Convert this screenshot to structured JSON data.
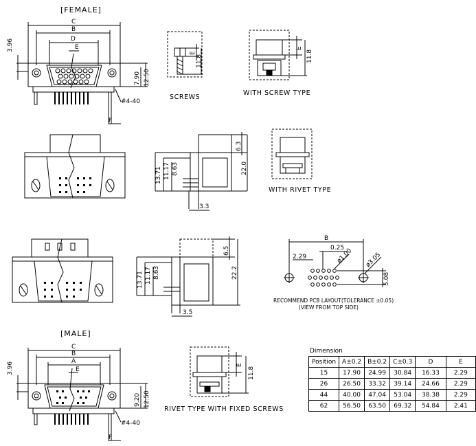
{
  "female": {
    "title": "[FEMALE]",
    "dim_C": "C",
    "dim_B": "B",
    "dim_D": "D",
    "dim_E": "E",
    "dim_396": "3.96",
    "dim_790": "7.90",
    "dim_1250": "12.50",
    "hole": "#4-40",
    "dim_F": "F"
  },
  "screws": {
    "caption": "SCREWS",
    "dim_E": "E",
    "dim_118": "11.8"
  },
  "screw_type": {
    "caption": "WITH SCREW TYPE",
    "dim_E": "E",
    "dim_118": "11.8"
  },
  "side1": {
    "d1371": "13.71",
    "d1117": "11.17",
    "d863": "8.63",
    "d63": "6.3",
    "d220": "22.0",
    "d33": "3.3"
  },
  "rivet_type": {
    "caption": "WITH RIVET TYPE"
  },
  "side2": {
    "d1371": "13.71",
    "d1117": "11.17",
    "d863": "8.63",
    "d65": "6.5",
    "d222": "22.2",
    "d35": "3.5"
  },
  "pcb": {
    "dim_B": "B",
    "d025": "0.25",
    "d229": "2.29",
    "d100": "ø1.00",
    "d305": "ø3.05",
    "d508": "5.08",
    "caption1": "RECOMMEND PCB LAYOUT(TOLERANCE ±0.05)",
    "caption2": "(VIEW FROM TOP SIDE)"
  },
  "male": {
    "title": "[MALE]",
    "dim_C": "C",
    "dim_B": "B",
    "dim_A": "A",
    "dim_E": "E",
    "dim_396": "3.96",
    "dim_920": "9.20",
    "dim_1250": "12.50",
    "hole": "#4-40",
    "dim_F": "F"
  },
  "fixed": {
    "caption": "RIVET TYPE WITH FIXED SCREWS",
    "dim_E": "E",
    "dim_118": "11.8"
  },
  "table": {
    "caption": "Dimension",
    "headers": [
      "Position",
      "A±0.2",
      "B±0.2",
      "C±0.3",
      "D",
      "E"
    ],
    "rows": [
      [
        "15",
        "17.90",
        "24.99",
        "30.84",
        "16.33",
        "2.29"
      ],
      [
        "26",
        "26.50",
        "33.32",
        "39.14",
        "24.66",
        "2.29"
      ],
      [
        "44",
        "40.00",
        "47.04",
        "53.04",
        "38.38",
        "2.29"
      ],
      [
        "62",
        "56.50",
        "63.50",
        "69.32",
        "54.84",
        "2.41"
      ]
    ]
  }
}
